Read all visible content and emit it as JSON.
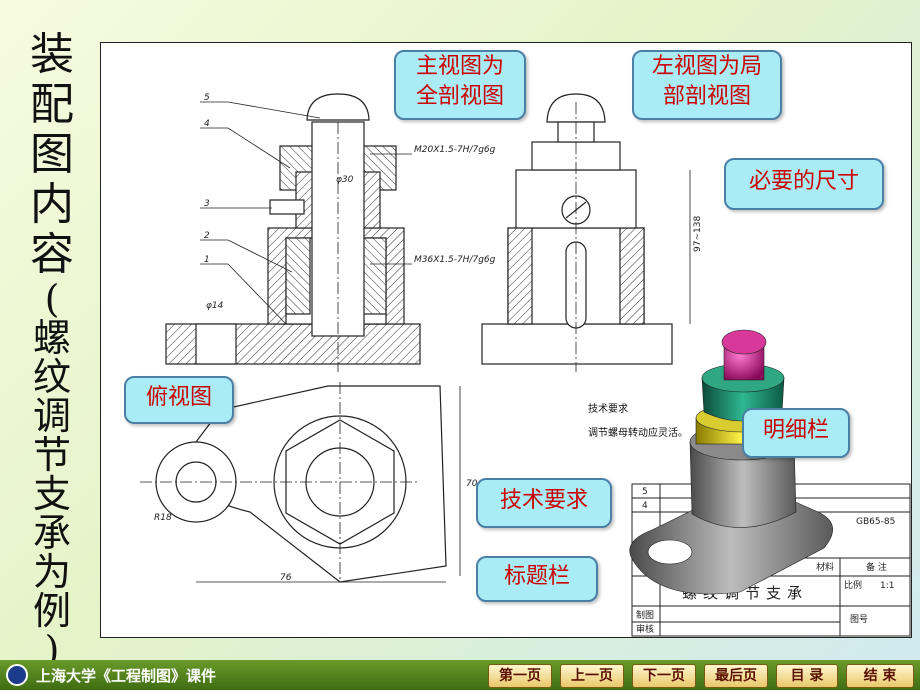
{
  "title_chars": [
    "装",
    "配",
    "图",
    "内",
    "容",
    "(",
    "螺",
    "纹",
    "调",
    "节",
    "支",
    "承",
    "为",
    "例",
    ")"
  ],
  "callouts": {
    "main_view": [
      "主视图为",
      "全剖视图"
    ],
    "left_view": [
      "左视图为局",
      "部剖视图"
    ],
    "dims": "必要的尺寸",
    "top_view": "俯视图",
    "parts_list": "明细栏",
    "tech": "技术要求",
    "title_block": "标题栏"
  },
  "drawing": {
    "leaders": [
      "5",
      "4",
      "3",
      "2",
      "1"
    ],
    "thread1": "M20X1.5-7H/7g6g",
    "thread2": "M36X1.5-7H/7g6g",
    "dia30": "φ30",
    "dia14": "φ14",
    "height_dim": "97~138",
    "tech_title": "技术要求",
    "tech_text": "调节螺母转动应灵活。",
    "r18": "R18",
    "w76": "76",
    "h70": "70",
    "row5": "5",
    "row4": "4",
    "std": "GB65-85",
    "col_material": "材料",
    "col_note": "备 注",
    "part_name": "螺纹调节支承",
    "scale_label": "比例",
    "scale_value": "1:1",
    "drawn": "制图",
    "checked": "审核",
    "drawing_no": "图号"
  },
  "footer": {
    "text": "上海大学《工程制图》课件",
    "buttons": [
      "第一页",
      "上一页",
      "下一页",
      "最后页",
      "目 录",
      "结 束"
    ]
  }
}
